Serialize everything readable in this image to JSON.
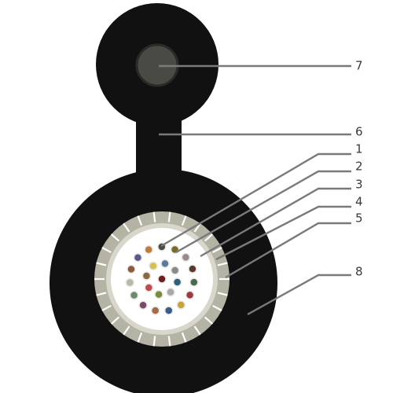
{
  "diagram": {
    "callouts": [
      {
        "id": "c1",
        "label": "1"
      },
      {
        "id": "c2",
        "label": "2"
      },
      {
        "id": "c3",
        "label": "3"
      },
      {
        "id": "c4",
        "label": "4"
      },
      {
        "id": "c5",
        "label": "5"
      },
      {
        "id": "c6",
        "label": "6"
      },
      {
        "id": "c7",
        "label": "7"
      },
      {
        "id": "c8",
        "label": "8"
      }
    ],
    "colors": {
      "jacket": "#111111",
      "messenger_wire": "#4a4a45",
      "messenger_wire_rim": "#2a2a28",
      "outer_ring": "#b5b3a3",
      "outer_ring_gaps": "#ffffff",
      "inner_band": "#ededed",
      "core_fill": "#ffffff",
      "leader_line": "#7a7a7a",
      "label_text": "#3a3a3a"
    },
    "fiber_colors": [
      "#6b1f1f",
      "#2f5f7a",
      "#a8a8a8",
      "#7a8a3a",
      "#c24a4a",
      "#8a6a3a",
      "#d6c24a",
      "#5a7a9a",
      "#8a8a8a",
      "#4a6a4a",
      "#9a3a3a",
      "#c9a23a",
      "#3a5a8a",
      "#a56a4a",
      "#7a4a6a",
      "#6a8a6a",
      "#b8b8a8",
      "#8a5a3a",
      "#5a5a8a",
      "#c07a3a",
      "#4a4a4a",
      "#7a6a2a",
      "#9a8a8a",
      "#5a3a2a"
    ]
  }
}
